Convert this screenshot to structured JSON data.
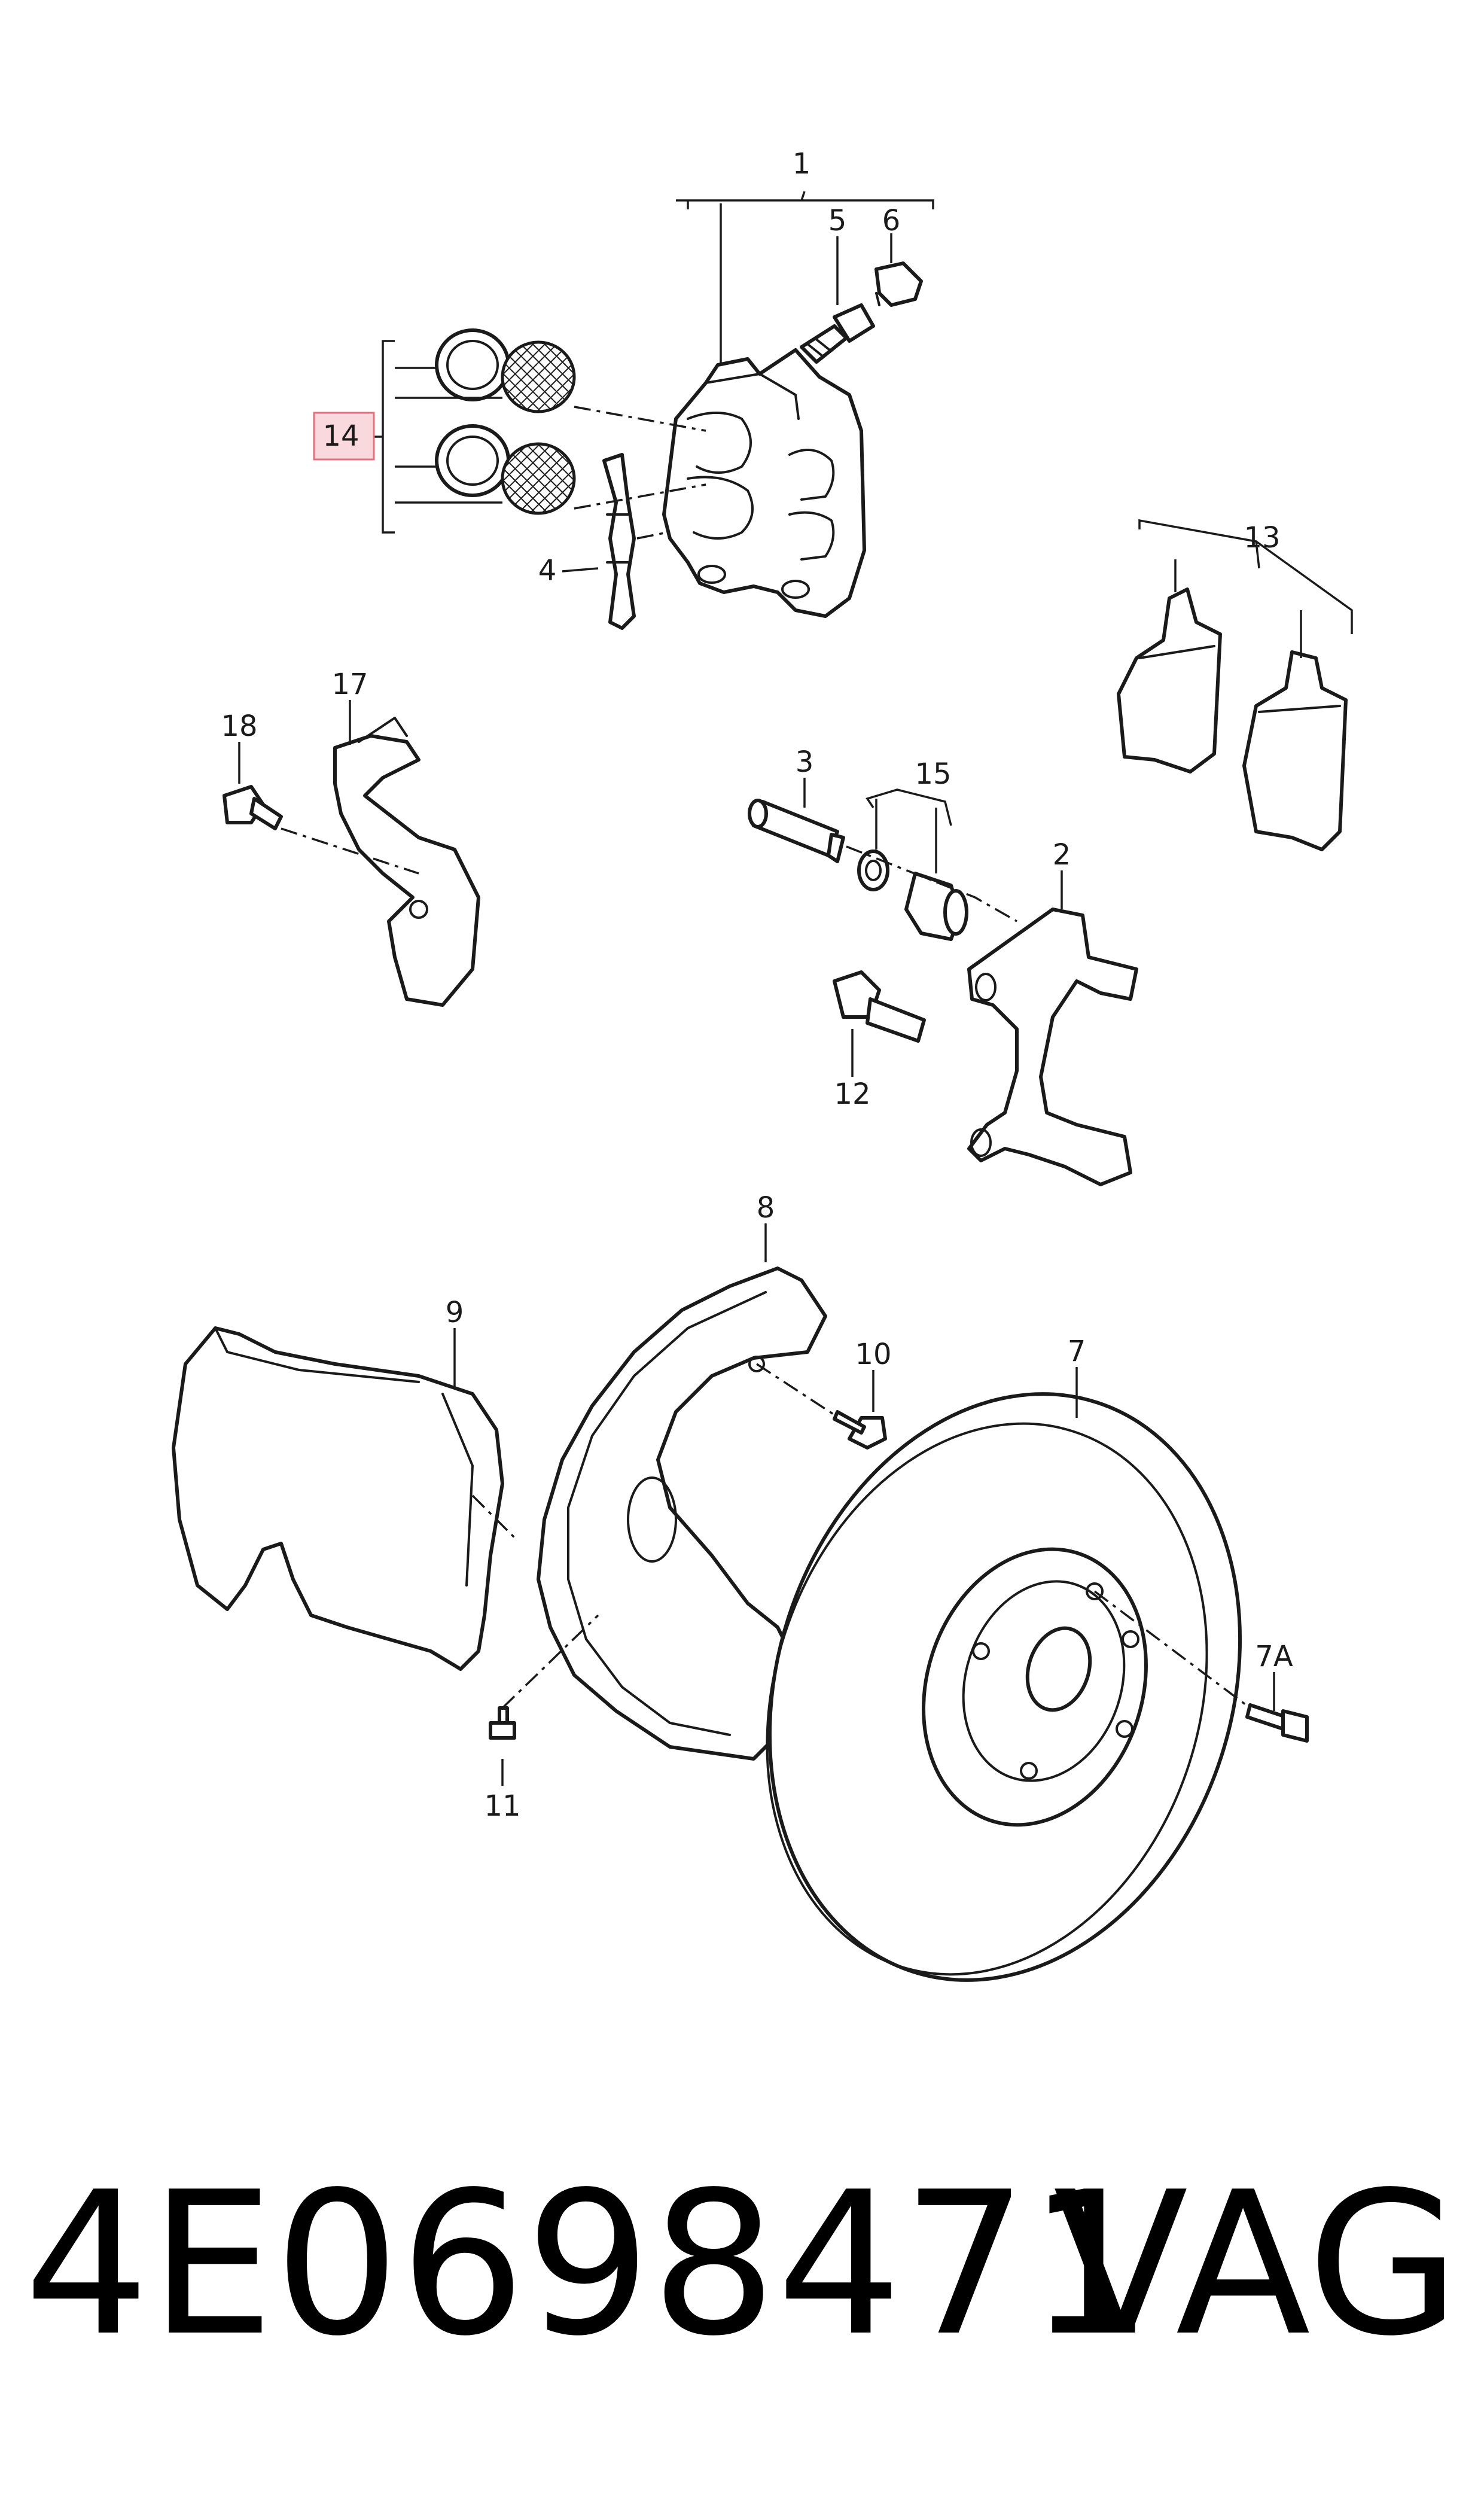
{
  "callouts": {
    "c1": "1",
    "c2": "2",
    "c3": "3",
    "c4": "4",
    "c5": "5",
    "c6": "6",
    "c7": "7",
    "c7a": "7A",
    "c8": "8",
    "c9": "9",
    "c10": "10",
    "c11": "11",
    "c12": "12",
    "c13": "13",
    "c14": "14",
    "c15": "15",
    "c17": "17",
    "c18": "18"
  },
  "highlighted_callout": "14",
  "highlight_color": "#f9d9dd",
  "highlight_border": "#e0707e",
  "footer": {
    "part_number": "4E0698471",
    "brand": "VAG"
  }
}
